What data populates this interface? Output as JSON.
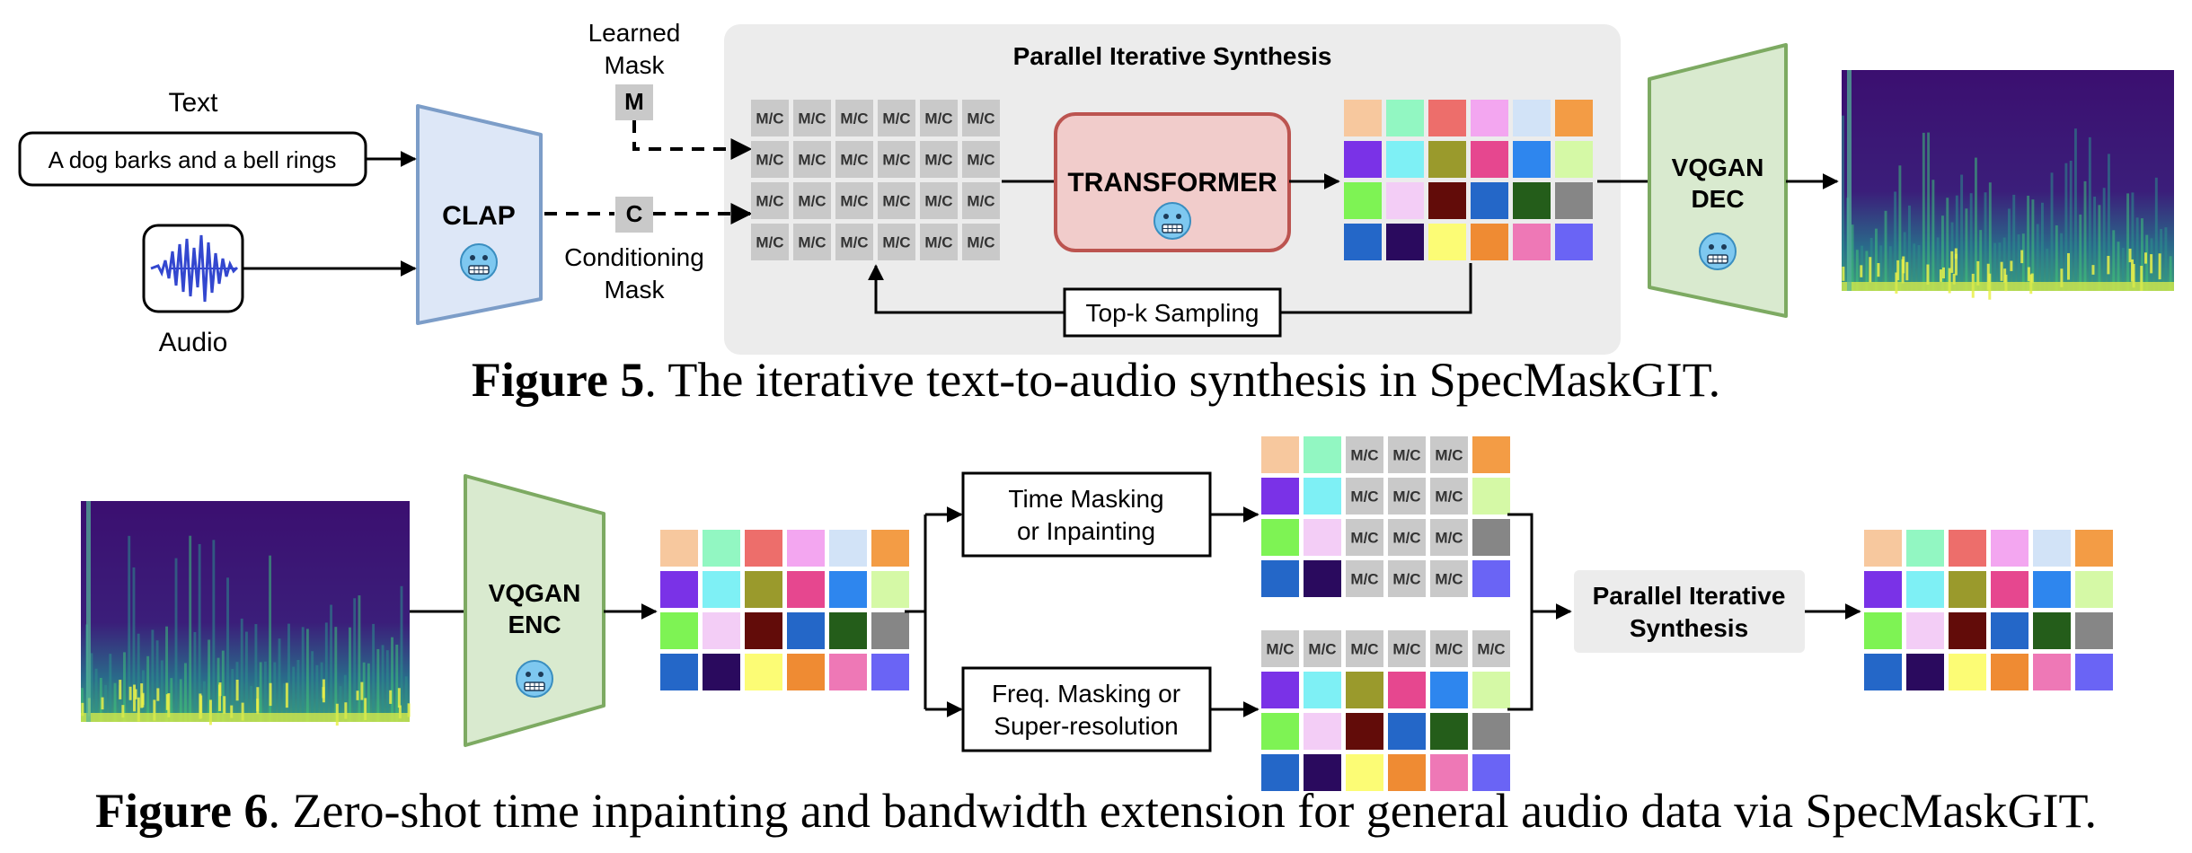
{
  "figure5": {
    "text_label": "Text",
    "text_prompt": "A dog barks and a bell rings",
    "audio_label": "Audio",
    "clap_label": "CLAP",
    "learned_mask_label": "Learned\nMask",
    "learned_mask_token": "M",
    "conditioning_mask_label": "Conditioning\nMask",
    "conditioning_mask_token": "C",
    "panel_title": "Parallel Iterative Synthesis",
    "mc_token": "M/C",
    "transformer_label": "TRANSFORMER",
    "topk_label": "Top-k Sampling",
    "decoder_label": "VQGAN\nDEC",
    "frozen_icon": "grimacing-cold-face-emoji",
    "caption_number": "Figure 5",
    "caption_text": ". The iterative text-to-audio synthesis in SpecMaskGIT."
  },
  "figure6": {
    "encoder_label": "VQGAN\nENC",
    "time_masking_label": "Time Masking\nor Inpainting",
    "freq_masking_label": "Freq. Masking or\nSuper-resolution",
    "mc_token": "M/C",
    "pis_label": "Parallel Iterative\nSynthesis",
    "caption_number": "Figure 6",
    "caption_text": ". Zero-shot time inpainting and bandwidth extension for general audio data via SpecMaskGIT."
  },
  "token_grid": [
    [
      "#f7c89e",
      "#92f7c2",
      "#ed6e6b",
      "#f3a6f0",
      "#d2e3f7",
      "#f39c45"
    ],
    [
      "#7a32e7",
      "#7ef0f5",
      "#9a9a2c",
      "#e6478f",
      "#2e86ee",
      "#d5f9a6"
    ],
    [
      "#7ef354",
      "#f3cdf6",
      "#620c09",
      "#2467c8",
      "#245d1a",
      "#868686"
    ],
    [
      "#2467c8",
      "#2a0a5e",
      "#fcfc75",
      "#ef8b33",
      "#ee78b6",
      "#6a64f5"
    ]
  ],
  "colors": {
    "clap_fill": "#dde7f7",
    "clap_stroke": "#7c9dc8",
    "vqgan_fill": "#d9eacf",
    "vqgan_stroke": "#7daa62",
    "transformer_fill": "#f1cccb",
    "transformer_stroke": "#bc5450",
    "panel_fill": "#ececec",
    "token_gray": "#c9c9c9",
    "spectrogram_bg": "#3b0f70"
  }
}
